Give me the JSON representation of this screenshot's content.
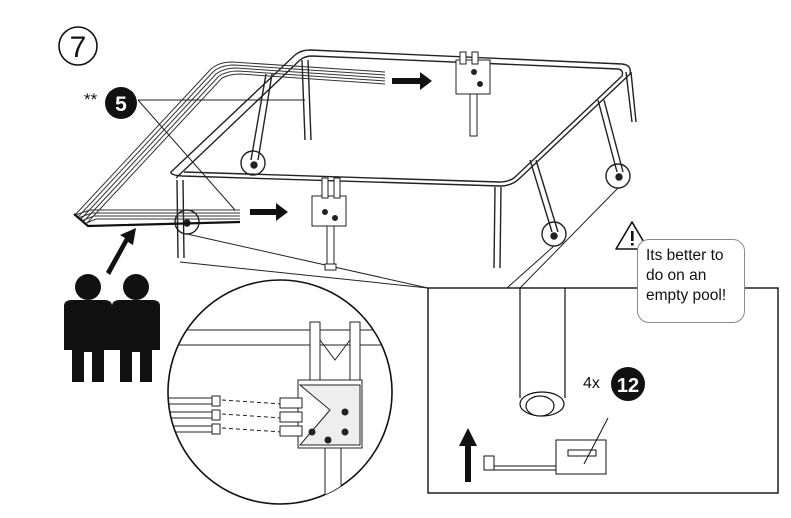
{
  "step": {
    "number": "7"
  },
  "badges": {
    "part_top": {
      "prefix": "**",
      "number": "5"
    },
    "part_detail": {
      "prefix": "4x",
      "number": "12"
    }
  },
  "note": {
    "warning_icon": "warning-triangle-icon",
    "lines": [
      "Its better to",
      "do on an",
      "empty pool!"
    ]
  },
  "icons": {
    "people": "two-people-icon",
    "arrows": "arrow-icon"
  }
}
